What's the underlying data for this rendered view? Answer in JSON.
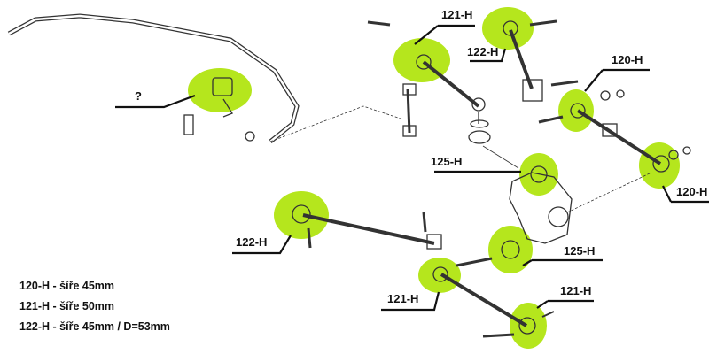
{
  "colors": {
    "highlight": "#b5e61d",
    "line": "#111111",
    "part_stroke": "#333333"
  },
  "callouts": [
    {
      "id": "unknown",
      "label": "?"
    },
    {
      "id": "121-top",
      "label": "121-H"
    },
    {
      "id": "122-top",
      "label": "122-H"
    },
    {
      "id": "120-top",
      "label": "120-H"
    },
    {
      "id": "125-top",
      "label": "125-H"
    },
    {
      "id": "120-right",
      "label": "120-H"
    },
    {
      "id": "122-left",
      "label": "122-H"
    },
    {
      "id": "125-mid",
      "label": "125-H"
    },
    {
      "id": "121-bottom",
      "label": "121-H"
    },
    {
      "id": "121-bottom-right",
      "label": "121-H"
    }
  ],
  "legend": [
    "120-H - šíře 45mm",
    "121-H - šíře 50mm",
    "122-H - šíře 45mm / D=53mm"
  ]
}
